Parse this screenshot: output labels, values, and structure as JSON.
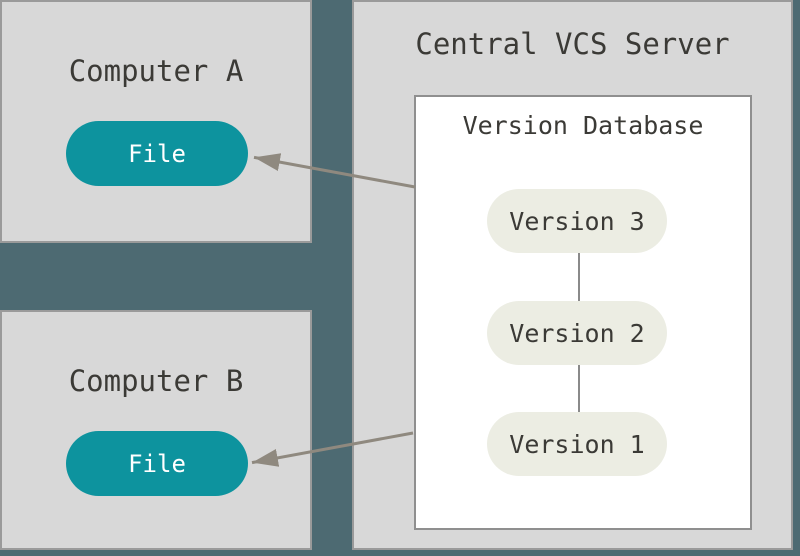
{
  "colors": {
    "background": "#4d6a72",
    "box_fill": "#d8d8d8",
    "box_border": "#9a9a9a",
    "db_fill": "#ffffff",
    "db_border": "#8f8f8f",
    "file_pill_fill": "#0d939e",
    "file_pill_text": "#ffffff",
    "version_pill_fill": "#ecede3",
    "text": "#3b3a36",
    "arrow": "#8f897f",
    "connector": "#8a8a8a"
  },
  "computer_a": {
    "title": "Computer A",
    "file_label": "File"
  },
  "computer_b": {
    "title": "Computer B",
    "file_label": "File"
  },
  "server": {
    "title": "Central VCS Server",
    "database": {
      "title": "Version Database",
      "versions": [
        {
          "label": "Version 3"
        },
        {
          "label": "Version 2"
        },
        {
          "label": "Version 1"
        }
      ]
    }
  }
}
